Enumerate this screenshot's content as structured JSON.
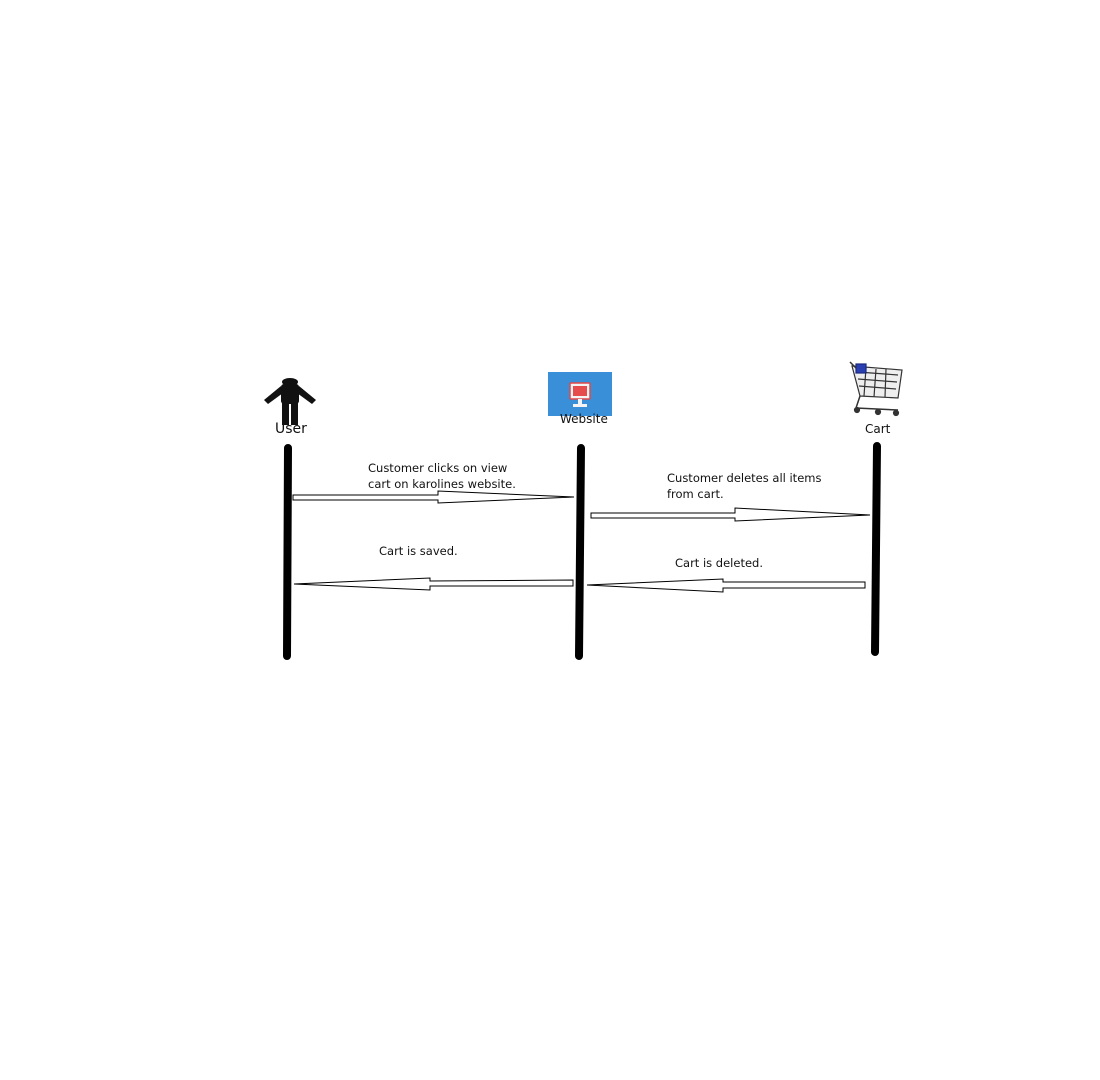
{
  "actors": {
    "user": {
      "label": "User",
      "icon": "user-figure-icon"
    },
    "website": {
      "label": "Website",
      "icon": "monitor-icon",
      "tile_color": "#3a8fd9",
      "screen_color": "#e74c4c"
    },
    "cart": {
      "label": "Cart",
      "icon": "shopping-cart-icon"
    }
  },
  "messages": {
    "m1": {
      "lines": [
        "Customer clicks on view",
        "cart on karolines website."
      ],
      "from": "User",
      "to": "Website"
    },
    "m2": {
      "lines": [
        "Customer deletes all items",
        "from cart."
      ],
      "from": "Website",
      "to": "Cart"
    },
    "m3": {
      "lines": [
        "Cart is deleted."
      ],
      "from": "Cart",
      "to": "Website"
    },
    "m4": {
      "lines": [
        "Cart is saved."
      ],
      "from": "Website",
      "to": "User"
    }
  }
}
